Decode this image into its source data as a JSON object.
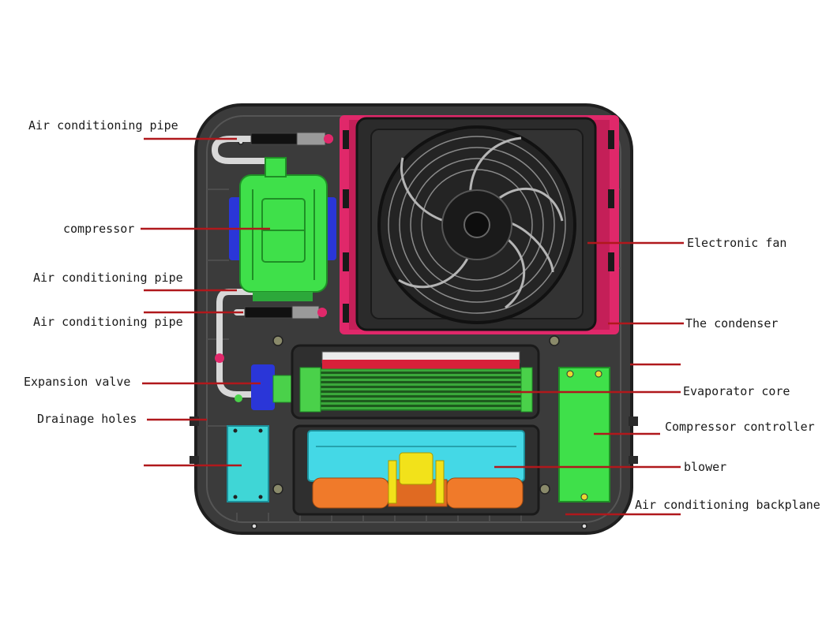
{
  "labels": {
    "ac_pipe_1": "Air conditioning pipe",
    "compressor": "compressor",
    "ac_pipe_2": "Air conditioning pipe",
    "ac_pipe_3": "Air conditioning pipe",
    "expansion_valve": "Expansion valve",
    "drainage_holes": "Drainage holes",
    "electronic_fan": "Electronic fan",
    "condenser": "The condenser",
    "evaporator_core": "Evaporator core",
    "compressor_controller": "Compressor controller",
    "blower": "blower",
    "backplane": "Air conditioning backplane"
  },
  "colors": {
    "leader": "#b0181c",
    "backplane": "#3b3b3b",
    "compressor": "#3fe04a",
    "mount_blue": "#2a36d8",
    "condenser_frame": "#e0286a",
    "fan_shroud": "#2b2b2b",
    "evaporator": "#4ad14a",
    "evaporator_top": "#d8203a",
    "controller": "#3fe04a",
    "blower_housing": "#44d8e6",
    "blower_scroll": "#f07a2a",
    "blower_motor": "#f2e21a",
    "cyan_box": "#3fd6d6"
  }
}
